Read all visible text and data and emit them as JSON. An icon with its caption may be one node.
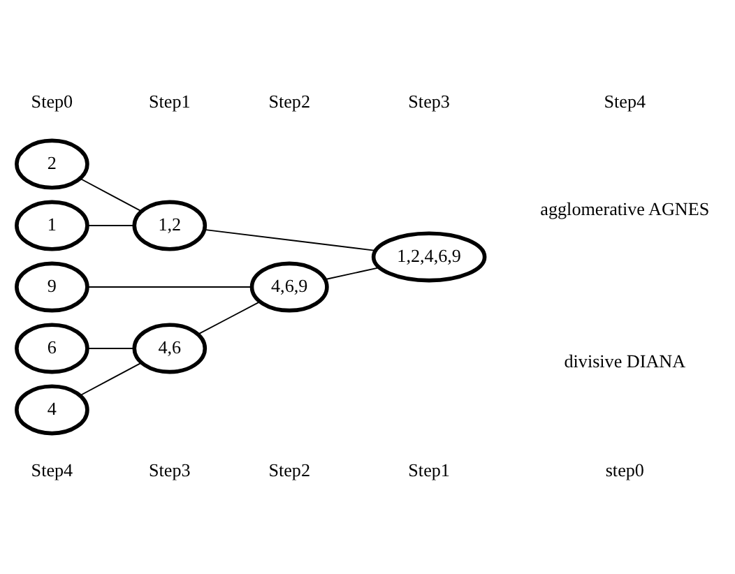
{
  "diagram": {
    "nodes": [
      {
        "text": [
          "1"
        ]
      },
      {
        "text": [
          "2"
        ]
      },
      {
        "text": [
          "1,2"
        ]
      },
      {
        "text": [
          "1,2,4,6,9"
        ]
      },
      {
        "text": [
          "9"
        ]
      },
      {
        "text": [
          "4,6,9"
        ]
      },
      {
        "text": [
          "4"
        ]
      },
      {
        "text": [
          "6"
        ]
      },
      {
        "text": [
          "4,6"
        ]
      }
    ],
    "edges": [
      {
        "from": 0,
        "to": 2,
        "arrow": "none"
      },
      {
        "from": 1,
        "to": 2,
        "arrow": "none"
      },
      {
        "from": 2,
        "to": 3,
        "arrow": "none"
      },
      {
        "from": 4,
        "to": 5,
        "arrow": "none"
      },
      {
        "from": 5,
        "to": 3,
        "arrow": "none"
      },
      {
        "from": 6,
        "to": 8,
        "arrow": "none"
      },
      {
        "from": 7,
        "to": 8,
        "arrow": "none"
      },
      {
        "from": 8,
        "to": 5,
        "arrow": "none"
      }
    ],
    "labels": [
      "Step0",
      "Step1",
      "Step2",
      "Step3",
      "Step4",
      "agglomerative AGNES",
      "divisive DIANA",
      "Step4",
      "Step3",
      "Step2",
      "Step1",
      "step0"
    ]
  }
}
